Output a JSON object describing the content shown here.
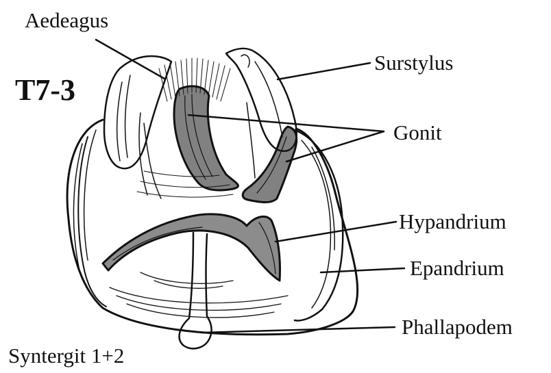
{
  "figure": {
    "specimen_id": "T7-3",
    "labels": {
      "aedeagus": "Aedeagus",
      "surstylus": "Surstylus",
      "gonit": "Gonit",
      "hypandrium": "Hypandrium",
      "epandrium": "Epandrium",
      "phallapodem": "Phallapodem",
      "syntergit": "Syntergit 1+2"
    },
    "colors": {
      "ink": "#111111",
      "paper": "#ffffff"
    }
  }
}
